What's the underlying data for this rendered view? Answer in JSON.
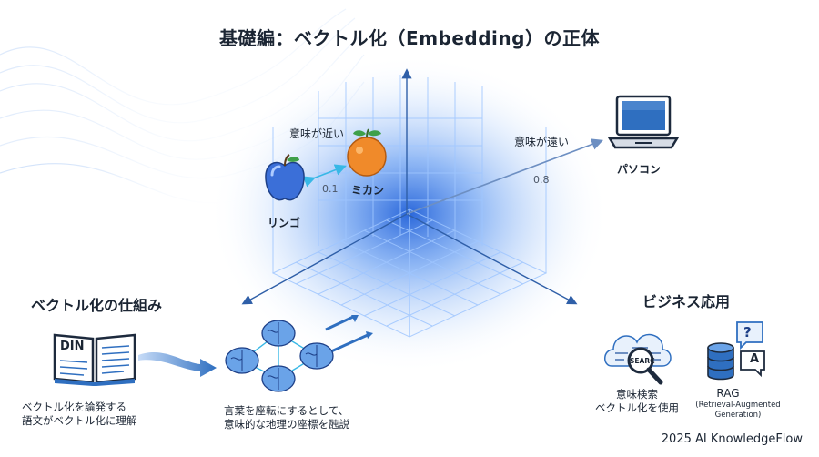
{
  "title": "基礎編：ベクトル化（Embedding）の正体",
  "space": {
    "near_label": "意味が近い",
    "far_label": "意味が遠い",
    "near_value": "0.1",
    "far_value": "0.8",
    "apple_label": "リンゴ",
    "orange_label": "ミカン",
    "pc_label": "パソコン"
  },
  "left_section": {
    "title": "ベクトル化の仕組み",
    "book_label": "DIN",
    "caption_line1": "ベクトル化を論発する",
    "caption_line2": "語文がベクトル化に理解",
    "network_caption_line1": "言葉を座転にするとして、",
    "network_caption_line2": "意味的な地理の座標を瓲説"
  },
  "right_section": {
    "title": "ビジネス応用",
    "search_label_line1": "意味検索",
    "search_label_line2": "ベクトル化を使用",
    "search_inner": "SEARC",
    "rag_label": "RAG",
    "rag_sub_line1": "(Retrieval-Augmented",
    "rag_sub_line2": "Generation)",
    "bubble_q": "?",
    "bubble_a": "A"
  },
  "footer": "2025 AI KnowledgeFlow",
  "colors": {
    "accent": "#2f6fc0",
    "glow": "#3f7fe0",
    "apple": "#3b6fd8",
    "orange": "#f08a2a"
  }
}
